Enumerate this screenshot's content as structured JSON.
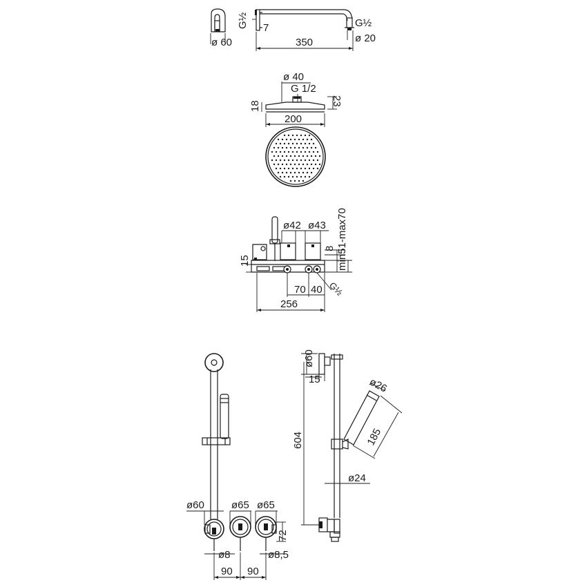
{
  "views": {
    "shower_arm": {
      "labels": {
        "g_half_left": "G½",
        "seven": "7",
        "g_half_right": "G½",
        "diam_60": "ø 60",
        "length_350": "350",
        "diam_20": "ø 20"
      }
    },
    "shower_head": {
      "labels": {
        "diam_40": "ø 40",
        "g_1_2": "G 1/2",
        "h_18": "18",
        "h_23": "23",
        "w_200": "200"
      }
    },
    "mixer_body": {
      "labels": {
        "diam_42": "ø42",
        "diam_43": "ø43",
        "depth_range": "min51-max70",
        "eight": "8",
        "fifteen": "15",
        "seventy": "70",
        "forty": "40",
        "g_half": "G½",
        "width_256": "256"
      }
    },
    "front_view": {
      "labels": {
        "diam_60": "ø60",
        "diam_65_a": "ø65",
        "diam_65_b": "ø65",
        "diam_8": "ø8",
        "diam_8_5": "ø8,5",
        "seventy_two": "72",
        "ninety_a": "90",
        "ninety_b": "90"
      }
    },
    "side_view": {
      "labels": {
        "diam_60": "ø60",
        "fifteen": "15",
        "diam_26": "ø26",
        "length_604": "604",
        "length_185": "185",
        "diam_24": "ø24"
      }
    }
  }
}
